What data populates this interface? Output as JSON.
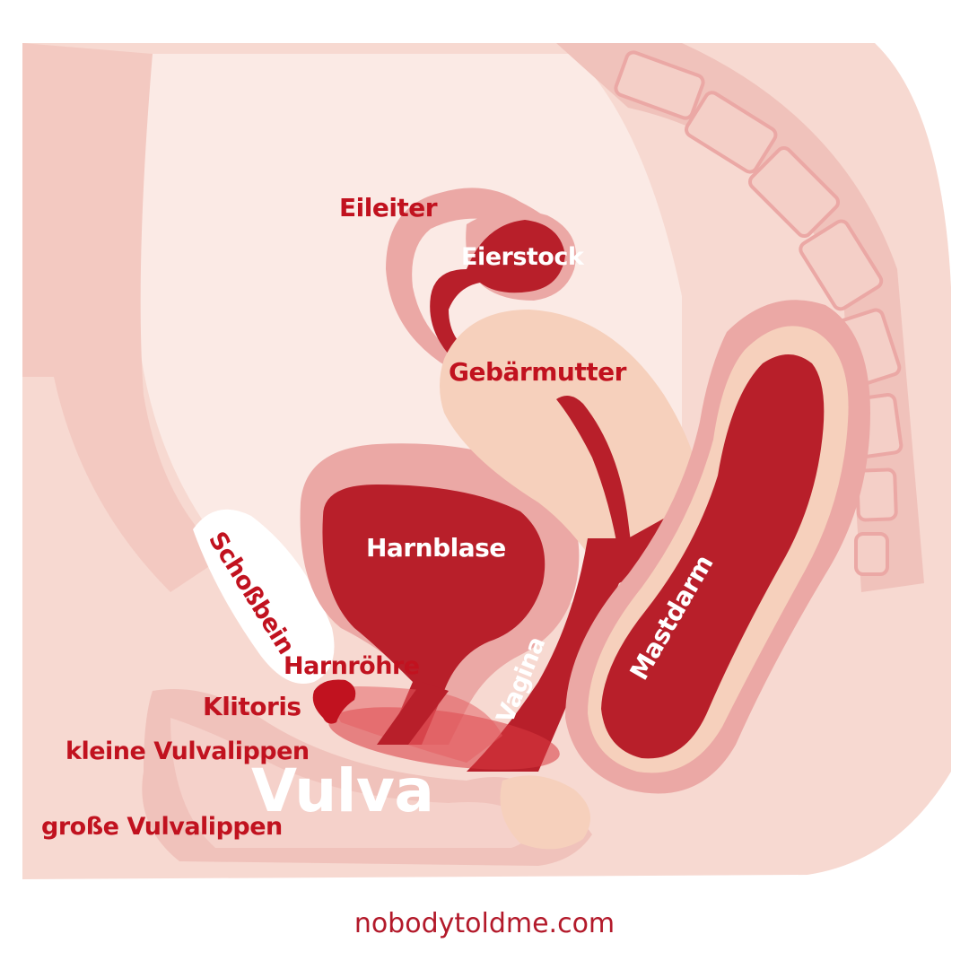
{
  "labels": {
    "eileiter": "Eileiter",
    "eierstock": "Eierstock",
    "gebaermutter": "Gebärmutter",
    "harnblase": "Harnblase",
    "schossbein": "Schoßbein",
    "harnroehre": "Harnröhre",
    "klitoris": "Klitoris",
    "kleine_vulvalippen": "kleine Vulvalippen",
    "vulva": "Vulva",
    "grosse_vulvalippen": "große Vulvalippen",
    "vagina": "Vagina",
    "mastdarm": "Mastdarm"
  },
  "footer": {
    "site": "nobodytoldme.com"
  },
  "colors": {
    "skin": "#f7d9d1",
    "skin_dark": "#f0c2bb",
    "outline": "#eba8a5",
    "organ": "#b81f2a",
    "uterus": "#f6d0bc",
    "label_red": "#c1121f",
    "label_white": "#ffffff"
  }
}
